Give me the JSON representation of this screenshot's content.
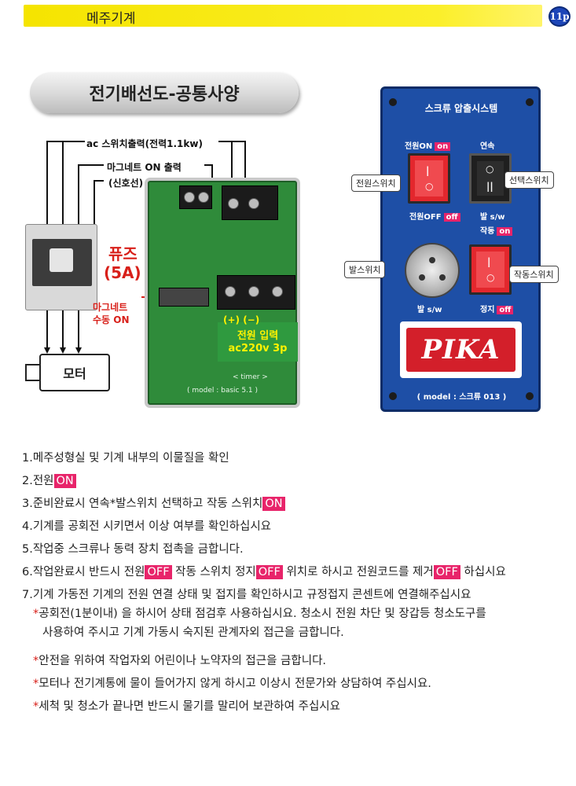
{
  "header": {
    "title": "메주기계",
    "page": "11p"
  },
  "section_title": "전기배선도-공통사양",
  "diagram": {
    "label_ac_switch_out": "ac 스위치출력(전력1.1kw)",
    "label_magnet_on_out": "마그네트 ON 출력",
    "label_signal_line": "(신호선)",
    "label_fuse": "퓨즈",
    "label_fuse_rating": "(5A)",
    "label_magnet_manual": "마그네트",
    "label_magnet_manual2": "수동 ON",
    "label_motor": "모터",
    "power_polarity": "(+)  (−)",
    "power_input_title": "전원 입력",
    "power_input_spec": "ac220v 3p",
    "board_model": "( model : basic 5.1 )",
    "board_timer": "< timer >"
  },
  "panel": {
    "title": "스크류 압출시스템",
    "power_on_label": "전원ON",
    "power_on_badge": "on",
    "continuous_label": "연속",
    "power_off_label": "전원OFF",
    "power_off_badge": "off",
    "foot_sw_label": "발 s/w",
    "operate_label": "작동",
    "operate_badge": "on",
    "foot_sw_label2": "발 s/w",
    "stop_label": "정지",
    "stop_badge": "off",
    "brand": "PIKA",
    "model": "( model : 스크류 013 )",
    "callout_power_switch": "전원스위치",
    "callout_select_switch": "선택스위치",
    "callout_foot_switch": "발스위치",
    "callout_operate_switch": "작동스위치"
  },
  "instructions": {
    "i1": "1.메주성형실 및 기계 내부의 이물질을 확인",
    "i2_text": "2.전원",
    "i2_hl": "ON",
    "i3_text": "3.준비완료시 연속*발스위치 선택하고 작동 스위치",
    "i3_hl": "ON",
    "i4": "4.기계를 공회전 시키면서 이상 여부를 확인하십시요",
    "i5": "5.작업중 스크류나 동력 장치 접촉을 금합니다.",
    "i6_a": "6.작업완료시 반드시 전원",
    "i6_hl1": "OFF",
    "i6_b": "  작동 스위치 정지",
    "i6_hl2": "OFF",
    "i6_c": " 위치로 하시고 전원코드를 제거",
    "i6_hl3": "OFF",
    "i6_d": " 하십시요",
    "i7": "7.기계 가동전 기계의 전원 연결 상태 및 접지를 확인하시고 규정접지 콘센트에 연결해주십시요",
    "n1a": "공회전(1분이내) 을 하시어 상태 점검후 사용하십시요. 청소시 전원 차단 및 장갑등 청소도구를",
    "n1b": "사용하여 주시고 기계 가동시 숙지된 관계자외 접근을 금합니다.",
    "n2": "안전을 위하여 작업자외 어린이나 노약자의 접근을 금합니다.",
    "n3": "모터나 전기계통에 물이 들어가지 않게 하시고 이상시 전문가와 상담하여 주십시요.",
    "n4": "세척 및 청소가 끝나면 반드시 물기를 말리어 보관하여 주십시요",
    "star": "*"
  }
}
